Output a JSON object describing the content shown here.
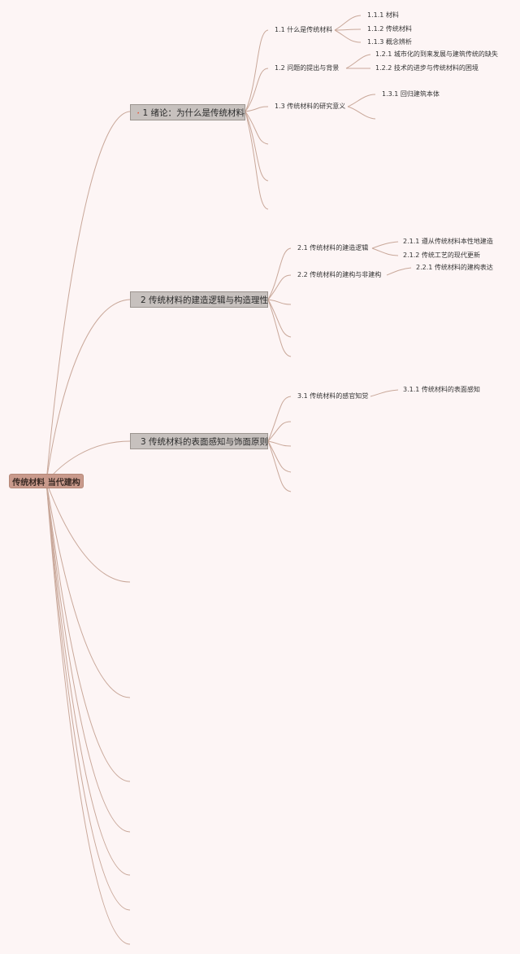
{
  "root": {
    "label": "传统材料 当代建构"
  },
  "topics": [
    {
      "label": "1 绪论：为什么是传统材料",
      "icon": "fire-icon",
      "children": [
        {
          "label": "1.1 什么是传统材料",
          "children": [
            "1.1.1 材料",
            "1.1.2 传统材料",
            "1.1.3 概念辨析"
          ]
        },
        {
          "label": "1.2 问题的提出与背景",
          "children": [
            "1.2.1 城市化的到来发展与建筑传统的缺失",
            "1.2.2 技术的进步与传统材料的困境"
          ]
        },
        {
          "label": "1.3 传统材料的研究意义",
          "children": [
            "1.3.1 回归建筑本体"
          ]
        }
      ]
    },
    {
      "label": "2 传统材料的建造逻辑与构造理性",
      "icon": "tools-icon",
      "children": [
        {
          "label": "2.1 传统材料的建造逻辑",
          "children": [
            "2.1.1 遵从传统材料本性地建造",
            "2.1.2 传统工艺的现代更新"
          ]
        },
        {
          "label": "2.2 传统材料的建构与非建构",
          "children": [
            "2.2.1 传统材料的建构表达"
          ]
        }
      ]
    },
    {
      "label": "3 传统材料的表面感知与饰面原则",
      "icon": "flag-icon",
      "children": [
        {
          "label": "3.1 传统材料的感官知觉",
          "children": [
            "3.1.1 传统材料的表面感知"
          ]
        }
      ]
    }
  ],
  "colors": {
    "background": "#fdf5f5",
    "root_fill": "#c99a8c",
    "topic_fill": "#c7c1be",
    "branch_line": "#c9a89a",
    "fire_icon": "#e8432a",
    "flag_icon": "#2b8ad8",
    "tools_icon": "#d9443a"
  }
}
